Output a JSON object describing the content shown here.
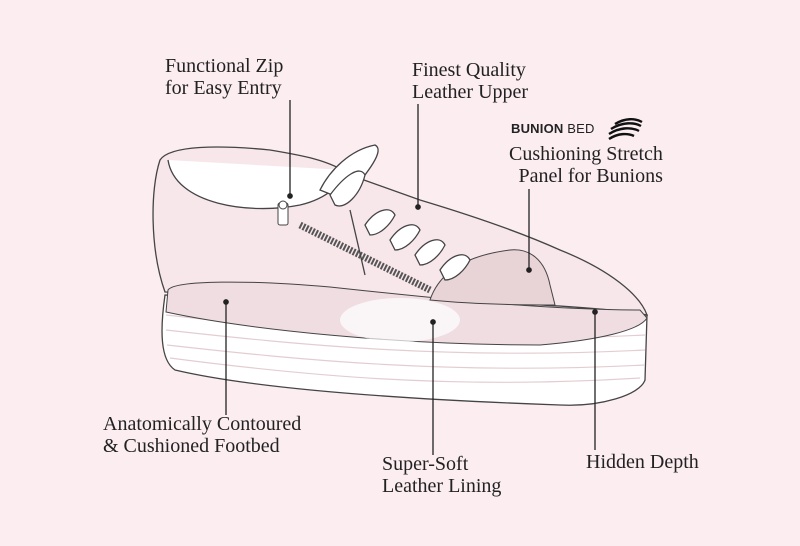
{
  "labels": {
    "zip": [
      "Functional Zip",
      "for Easy Entry"
    ],
    "leather_upper": [
      "Finest Quality",
      "Leather Upper"
    ],
    "bunion": [
      "Cushioning Stretch",
      "Panel for Bunions"
    ],
    "footbed": [
      "Anatomically Contoured",
      "& Cushioned Footbed"
    ],
    "lining": [
      "Super-Soft",
      "Leather Lining"
    ],
    "depth": [
      "Hidden Depth"
    ]
  },
  "brand": {
    "bold": "BUNION",
    "light": "BED",
    "icon": "striped-wave-logo-icon"
  },
  "colors": {
    "background": "#fbedf0",
    "line": "#333333",
    "panel": "#e8d3d7"
  }
}
